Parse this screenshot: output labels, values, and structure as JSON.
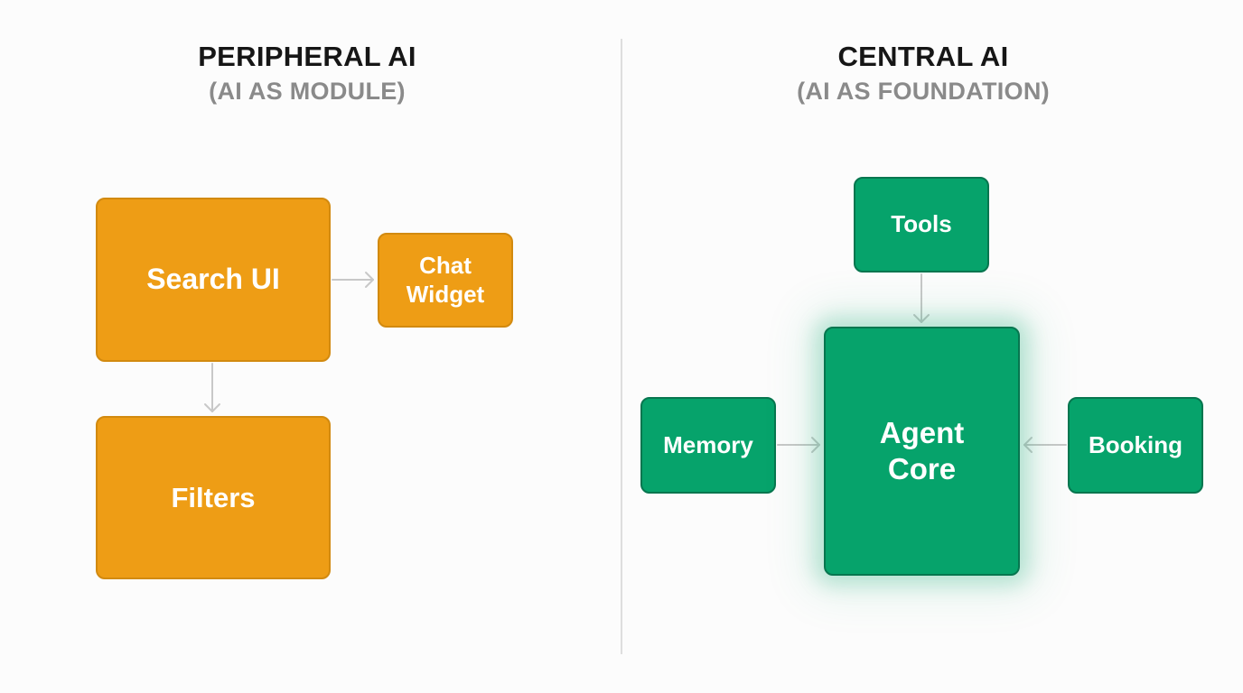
{
  "left": {
    "title": "PERIPHERAL AI",
    "subtitle": "(AI AS MODULE)",
    "nodes": {
      "search_ui": "Search UI",
      "chat_widget_line1": "Chat",
      "chat_widget_line2": "Widget",
      "filters": "Filters"
    }
  },
  "right": {
    "title": "CENTRAL AI",
    "subtitle": "(AI AS FOUNDATION)",
    "nodes": {
      "tools": "Tools",
      "memory": "Memory",
      "agent_core_line1": "Agent",
      "agent_core_line2": "Core",
      "booking": "Booking"
    }
  },
  "colors": {
    "orange": "#ee9d15",
    "green": "#06a36b",
    "subtitle": "#8a8a8a",
    "connector": "#c8c8c8"
  },
  "edges": [
    {
      "from": "search_ui",
      "to": "chat_widget"
    },
    {
      "from": "search_ui",
      "to": "filters"
    },
    {
      "from": "tools",
      "to": "agent_core"
    },
    {
      "from": "memory",
      "to": "agent_core"
    },
    {
      "from": "booking",
      "to": "agent_core"
    }
  ]
}
